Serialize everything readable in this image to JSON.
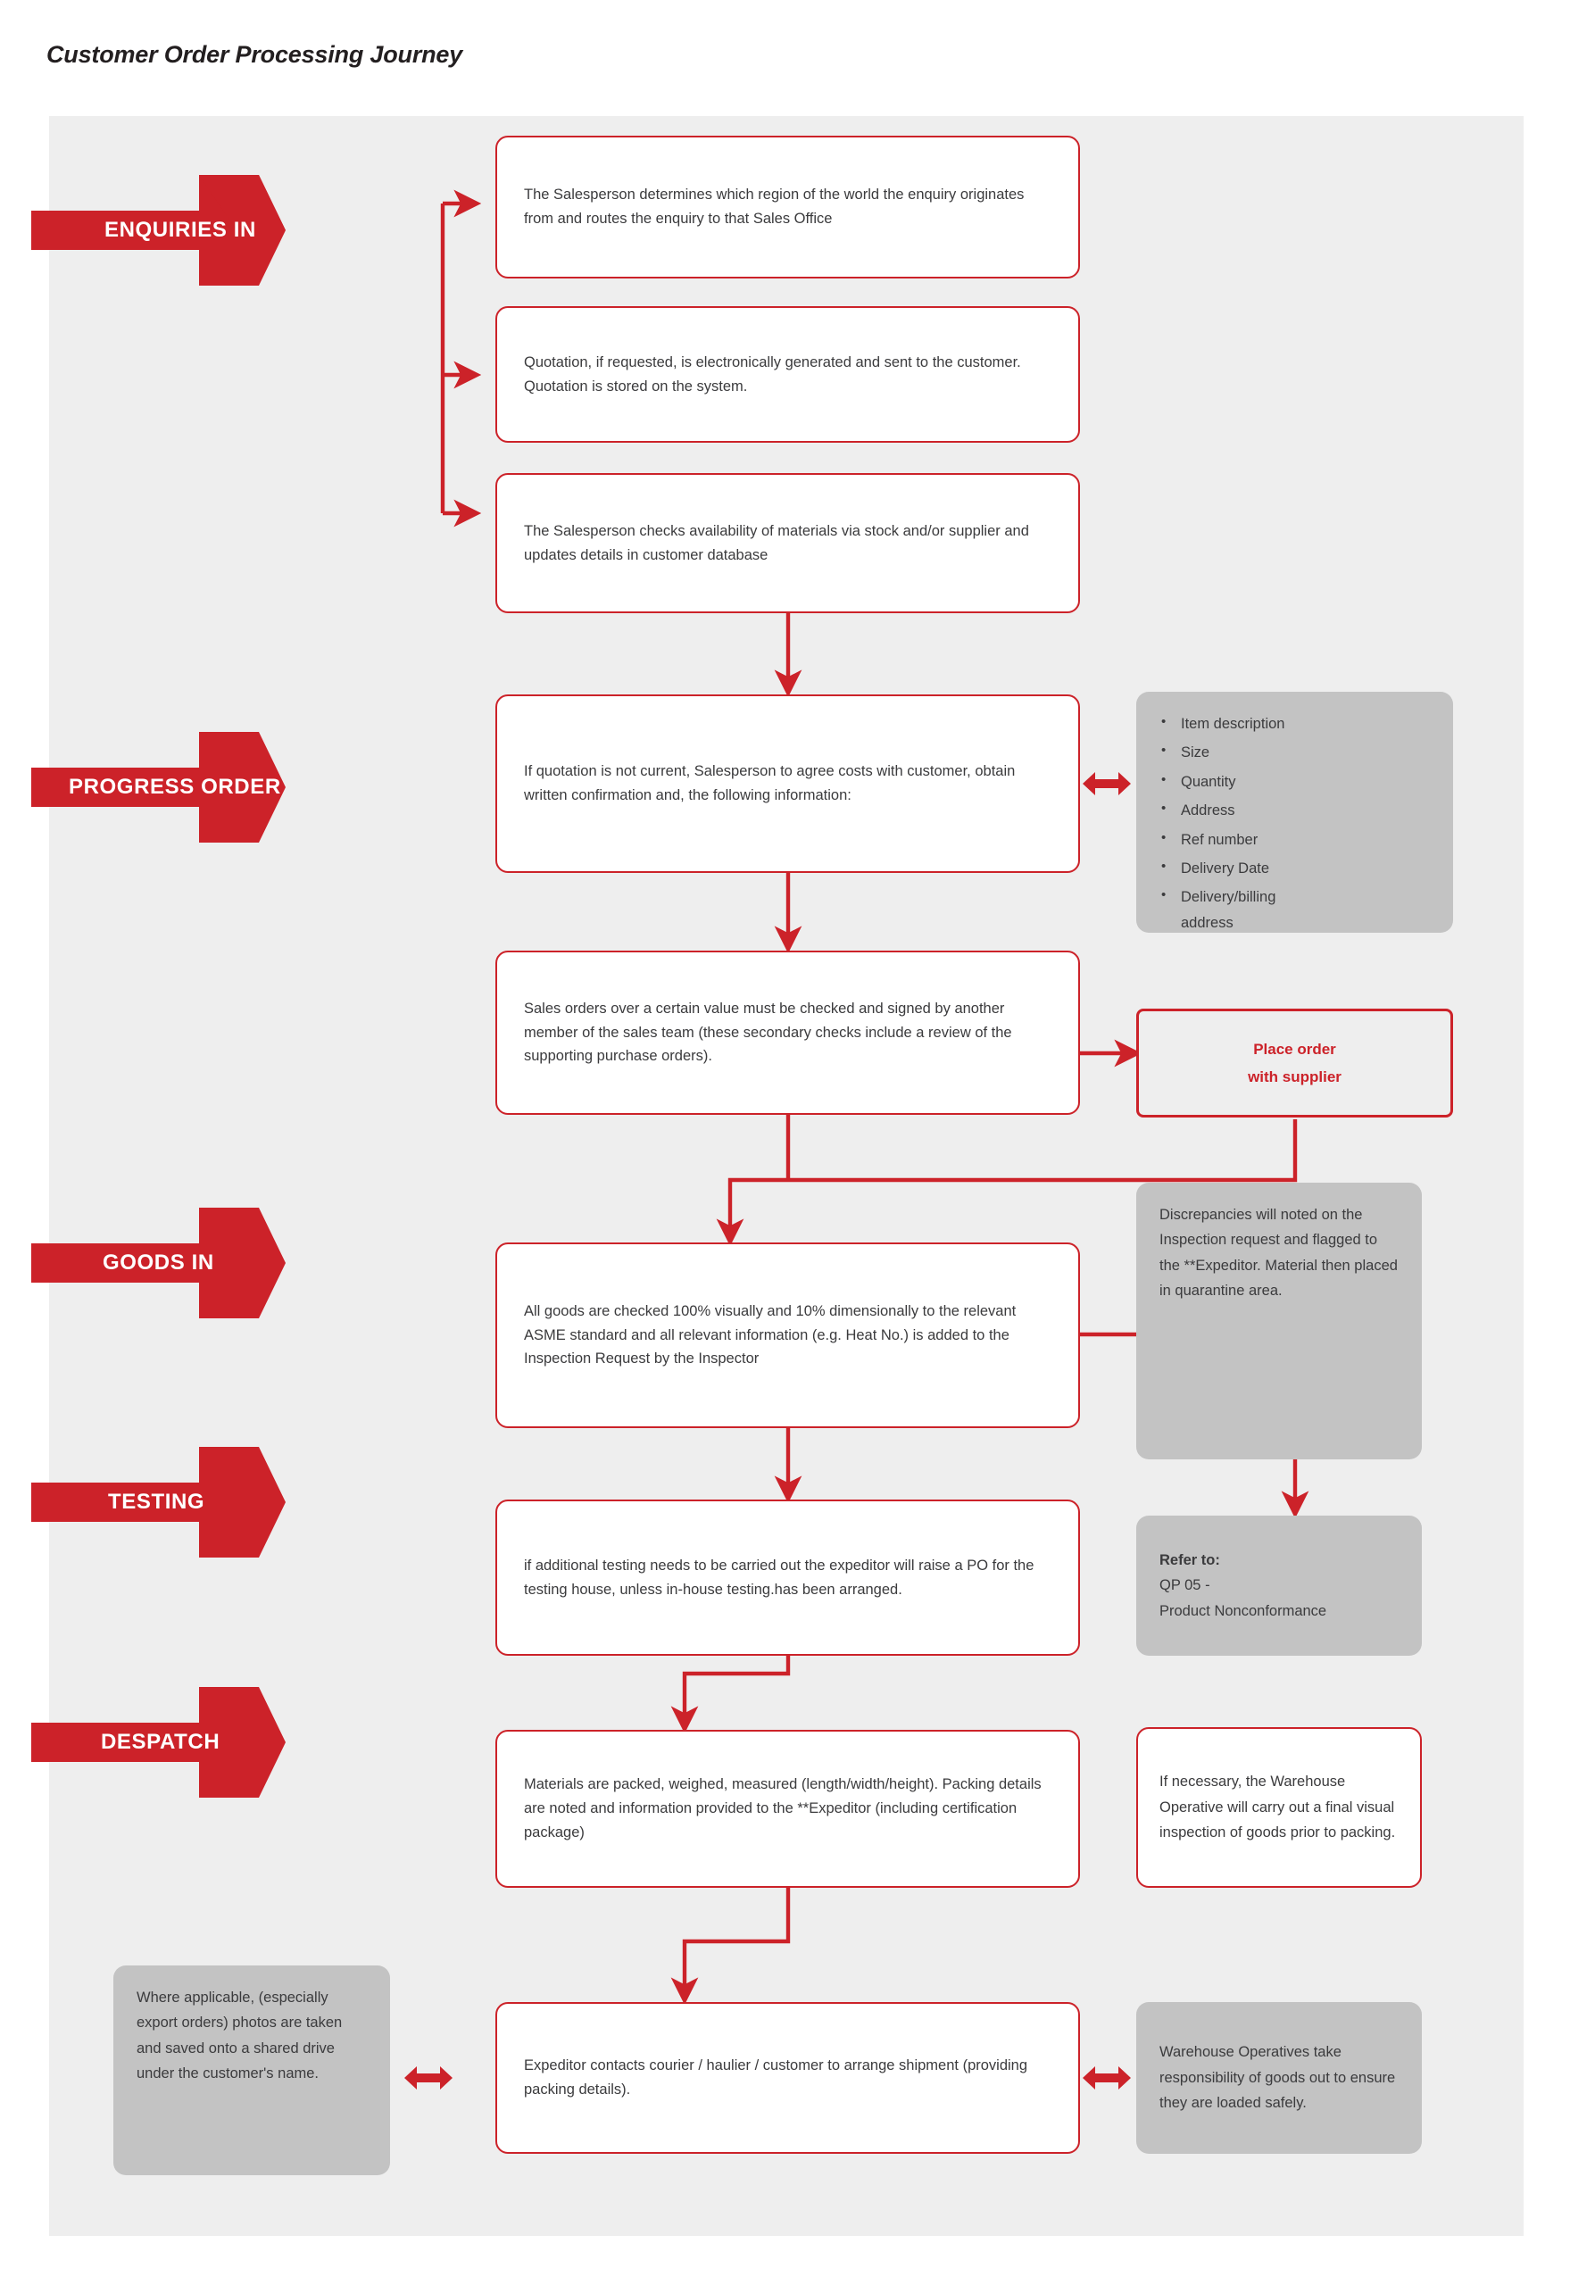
{
  "title": "Customer Order Processing Journey",
  "theme": {
    "red": "#cc2229",
    "grey_panel": "#eeeeee",
    "grey_box": "#c3c3c3",
    "text": "#3b3b3d",
    "white": "#ffffff"
  },
  "stages": [
    {
      "id": "enquiries-in",
      "label": "ENQUIRIES IN"
    },
    {
      "id": "progress-order",
      "label": "PROGRESS ORDER"
    },
    {
      "id": "goods-in",
      "label": "GOODS IN"
    },
    {
      "id": "testing",
      "label": "TESTING"
    },
    {
      "id": "despatch",
      "label": "DESPATCH"
    }
  ],
  "boxes": {
    "enquiry_route": "The Salesperson determines which region of the world the enquiry originates from and routes the enquiry to that Sales Office",
    "quotation": "Quotation, if requested, is electronically generated and sent to the customer. Quotation is stored on the system.",
    "availability": "The Salesperson checks availability of materials via stock and/or supplier and updates details in customer database",
    "quotation_not_current": "If quotation is not current, Salesperson to agree costs with customer, obtain written confirmation and, the following information:",
    "sales_order_check": "Sales orders over a certain value must be checked and signed by another member of the sales team (these secondary checks include a review of the supporting purchase orders).",
    "goods_check": "All goods are checked 100% visually and 10% dimensionally to the relevant ASME standard and all relevant information (e.g. Heat No.) is added to the Inspection Request by the Inspector",
    "testing": "if additional testing needs to be carried out the expeditor will raise a PO for the testing house, unless in-house testing.has been arranged.",
    "despatch_pack": "Materials are packed, weighed, measured (length/width/height). Packing details are noted and information provided to the **Expeditor (including certification package)",
    "courier": "Expeditor contacts courier / haulier / customer to arrange shipment (providing packing details)."
  },
  "side_notes": {
    "order_info_items": [
      "Item description",
      "Size",
      "Quantity",
      "Address",
      "Ref number",
      "Delivery Date",
      "Delivery/billing address"
    ],
    "place_order_line1": "Place order",
    "place_order_line2": "with supplier",
    "discrepancies": "Discrepancies will noted on the Inspection request and flagged to the **Expeditor. Material then placed in quarantine area.",
    "refer_to_title": "Refer to:",
    "refer_to_line1": "QP 05 -",
    "refer_to_line2": "Product Nonconformance",
    "final_inspection": "If necessary, the Warehouse Operative will carry out a final visual inspection of goods prior to packing.",
    "photos": "Where applicable, (especially export orders) photos are taken and saved onto a shared drive under the customer's name.",
    "warehouse_loading": "Warehouse Operatives take responsibility of goods out to ensure they are loaded safely."
  }
}
